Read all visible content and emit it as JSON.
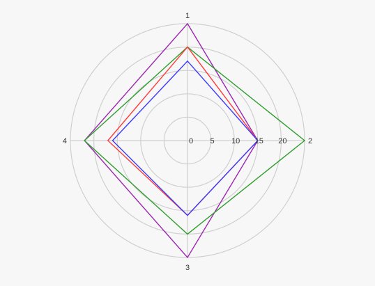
{
  "chart_data": {
    "type": "radar",
    "axes": [
      "1",
      "2",
      "3",
      "4"
    ],
    "axis_scale": {
      "min": 0,
      "max": 25,
      "ticks": [
        0,
        5,
        10,
        15,
        20
      ],
      "rings": [
        5,
        10,
        15,
        20,
        25
      ]
    },
    "tick_labels": [
      "0",
      "5",
      "10",
      "15",
      "20"
    ],
    "grid": true,
    "legend": "none",
    "series": [
      {
        "color": "#9c27b0",
        "values": [
          25,
          15,
          25,
          22
        ]
      },
      {
        "color": "#2e9e2e",
        "values": [
          20,
          25,
          20,
          22
        ]
      },
      {
        "color": "#ff3b3b",
        "values": [
          20,
          15,
          16,
          17
        ]
      },
      {
        "color": "#3b3bff",
        "values": [
          17,
          15,
          16,
          16
        ]
      }
    ]
  }
}
